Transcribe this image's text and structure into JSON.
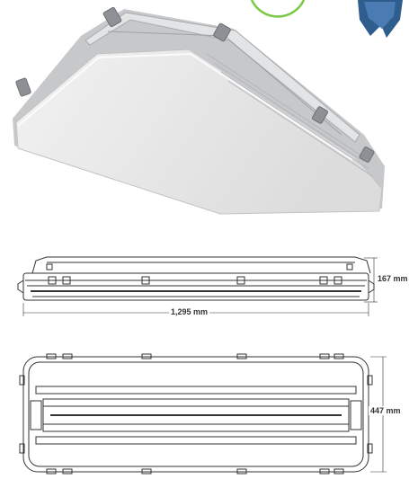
{
  "dimensions": {
    "height_label": "167 mm",
    "length_label": "1,295 mm",
    "depth_label": "447 mm"
  },
  "icons": {
    "badge": "green-circle-badge-icon",
    "ribbon": "blue-ribbon-award-icon"
  },
  "colors": {
    "badge_ring": "#7ac943",
    "ribbon": "#2f5e8e",
    "line": "#333333"
  }
}
